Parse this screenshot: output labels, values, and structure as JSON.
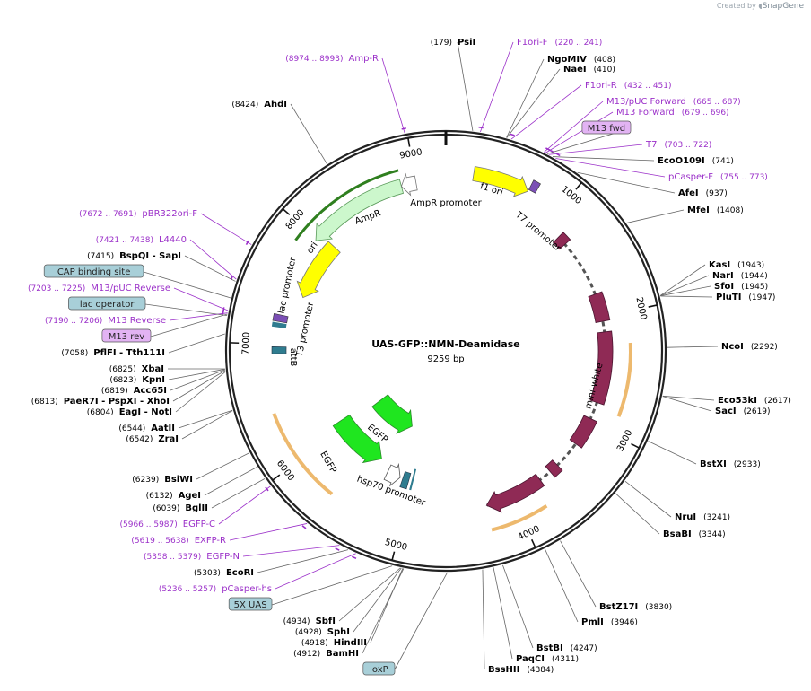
{
  "credit": {
    "prefix": "Created by",
    "brand": "SnapGene"
  },
  "plasmid": {
    "name": "UAS-GFP::NMN-Deamidase",
    "size_label": "9259 bp",
    "length": 9259
  },
  "colors": {
    "primer": "#9b30c9",
    "site": "#000000",
    "line": "#666666",
    "feature_box": "#a8cfd8",
    "primer_box": "#e2b3f3"
  },
  "ruler_ticks": [
    {
      "pos": 1000,
      "label": "1000"
    },
    {
      "pos": 2000,
      "label": "2000"
    },
    {
      "pos": 3000,
      "label": "3000"
    },
    {
      "pos": 4000,
      "label": "4000"
    },
    {
      "pos": 5000,
      "label": "5000"
    },
    {
      "pos": 6000,
      "label": "6000"
    },
    {
      "pos": 7000,
      "label": "7000"
    },
    {
      "pos": 8000,
      "label": "8000"
    },
    {
      "pos": 9000,
      "label": "9000"
    }
  ],
  "features": [
    {
      "name": "mini-white",
      "start": 1150,
      "end": 4250,
      "color": "#8f2a55",
      "kind": "gene"
    },
    {
      "name": "T7 promoter",
      "start": 703,
      "end": 722,
      "color": "#7b4fb5",
      "kind": "small"
    },
    {
      "name": "f1 ori",
      "start": 220,
      "end": 680,
      "color": "#ffff00",
      "kind": "arrowR"
    },
    {
      "name": "AmpR promoter",
      "start": 8860,
      "end": 8990,
      "color": "#ffffff",
      "kind": "small"
    },
    {
      "name": "AmpR",
      "start": 8040,
      "end": 8870,
      "color": "#ccf7cc",
      "kind": "arrowL"
    },
    {
      "name": "ori",
      "start": 7430,
      "end": 8020,
      "color": "#ffff00",
      "kind": "arrowL"
    },
    {
      "name": "hsp70 promoter",
      "start": 5020,
      "end": 5230,
      "color": "#ffffff",
      "kind": "small"
    },
    {
      "name": "EGFP",
      "start": 5360,
      "end": 6080,
      "color": "#1fe61f",
      "kind": "arrowL"
    }
  ],
  "feature_labels": [
    {
      "text": "f1 ori"
    },
    {
      "text": "AmpR promoter"
    },
    {
      "text": "AmpR"
    },
    {
      "text": "ori"
    },
    {
      "text": "T7 promoter"
    },
    {
      "text": "mini-white"
    },
    {
      "text": "lac promoter"
    },
    {
      "text": "T3 promoter"
    },
    {
      "text": "attB"
    },
    {
      "text": "EGFP"
    },
    {
      "text": "hsp70 promoter"
    }
  ],
  "sites": [
    {
      "name": "PsiI",
      "pos": "(179)",
      "kind": "site"
    },
    {
      "name": "F1ori-F",
      "pos": "(220 .. 241)",
      "kind": "primer"
    },
    {
      "name": "NgoMIV",
      "pos": "(408)",
      "kind": "site"
    },
    {
      "name": "NaeI",
      "pos": "(410)",
      "kind": "site"
    },
    {
      "name": "F1ori-R",
      "pos": "(432 .. 451)",
      "kind": "primer"
    },
    {
      "name": "M13/pUC Forward",
      "pos": "(665 .. 687)",
      "kind": "primer"
    },
    {
      "name": "M13 Forward",
      "pos": "(679 .. 696)",
      "kind": "primer"
    },
    {
      "name": "M13 fwd",
      "pos": "",
      "kind": "primerbox"
    },
    {
      "name": "T7",
      "pos": "(703 .. 722)",
      "kind": "primer"
    },
    {
      "name": "EcoO109I",
      "pos": "(741)",
      "kind": "site"
    },
    {
      "name": "pCasper-F",
      "pos": "(755 .. 773)",
      "kind": "primer"
    },
    {
      "name": "AfeI",
      "pos": "(937)",
      "kind": "site"
    },
    {
      "name": "MfeI",
      "pos": "(1408)",
      "kind": "site"
    },
    {
      "name": "KasI",
      "pos": "(1943)",
      "kind": "site"
    },
    {
      "name": "NarI",
      "pos": "(1944)",
      "kind": "site"
    },
    {
      "name": "SfoI",
      "pos": "(1945)",
      "kind": "site"
    },
    {
      "name": "PluTI",
      "pos": "(1947)",
      "kind": "site"
    },
    {
      "name": "NcoI",
      "pos": "(2292)",
      "kind": "site"
    },
    {
      "name": "Eco53kI",
      "pos": "(2617)",
      "kind": "site"
    },
    {
      "name": "SacI",
      "pos": "(2619)",
      "kind": "site"
    },
    {
      "name": "BstXI",
      "pos": "(2933)",
      "kind": "site"
    },
    {
      "name": "NruI",
      "pos": "(3241)",
      "kind": "site"
    },
    {
      "name": "BsaBI",
      "pos": "(3344)",
      "kind": "site"
    },
    {
      "name": "BstZ17I",
      "pos": "(3830)",
      "kind": "site"
    },
    {
      "name": "PmlI",
      "pos": "(3946)",
      "kind": "site"
    },
    {
      "name": "BstBI",
      "pos": "(4247)",
      "kind": "site"
    },
    {
      "name": "PaqCI",
      "pos": "(4311)",
      "kind": "site"
    },
    {
      "name": "BssHII",
      "pos": "(4384)",
      "kind": "site"
    },
    {
      "name": "loxP",
      "pos": "",
      "kind": "featbox"
    },
    {
      "name": "BamHI",
      "pos": "(4912)",
      "kind": "site"
    },
    {
      "name": "HindIII",
      "pos": "(4918)",
      "kind": "site"
    },
    {
      "name": "SphI",
      "pos": "(4928)",
      "kind": "site"
    },
    {
      "name": "SbfI",
      "pos": "(4934)",
      "kind": "site"
    },
    {
      "name": "5X UAS",
      "pos": "",
      "kind": "featbox"
    },
    {
      "name": "pCasper-hs",
      "pos": "(5236 .. 5257)",
      "kind": "primer"
    },
    {
      "name": "EcoRI",
      "pos": "(5303)",
      "kind": "site"
    },
    {
      "name": "EGFP-N",
      "pos": "(5358 .. 5379)",
      "kind": "primer"
    },
    {
      "name": "EXFP-R",
      "pos": "(5619 .. 5638)",
      "kind": "primer"
    },
    {
      "name": "EGFP-C",
      "pos": "(5966 .. 5987)",
      "kind": "primer"
    },
    {
      "name": "BglII",
      "pos": "(6039)",
      "kind": "site"
    },
    {
      "name": "AgeI",
      "pos": "(6132)",
      "kind": "site"
    },
    {
      "name": "BsiWI",
      "pos": "(6239)",
      "kind": "site"
    },
    {
      "name": "ZraI",
      "pos": "(6542)",
      "kind": "site"
    },
    {
      "name": "AatII",
      "pos": "(6544)",
      "kind": "site"
    },
    {
      "name": "EagI - NotI",
      "pos": "(6804)",
      "kind": "site"
    },
    {
      "name": "PaeR7I - PspXI - XhoI",
      "pos": "(6813)",
      "kind": "site"
    },
    {
      "name": "Acc65I",
      "pos": "(6819)",
      "kind": "site"
    },
    {
      "name": "KpnI",
      "pos": "(6823)",
      "kind": "site"
    },
    {
      "name": "XbaI",
      "pos": "(6825)",
      "kind": "site"
    },
    {
      "name": "PflFI - Tth111I",
      "pos": "(7058)",
      "kind": "site"
    },
    {
      "name": "M13 rev",
      "pos": "",
      "kind": "primerbox"
    },
    {
      "name": "M13 Reverse",
      "pos": "(7190 .. 7206)",
      "kind": "primer"
    },
    {
      "name": "lac operator",
      "pos": "",
      "kind": "featbox"
    },
    {
      "name": "M13/pUC Reverse",
      "pos": "(7203 .. 7225)",
      "kind": "primer"
    },
    {
      "name": "CAP binding site",
      "pos": "",
      "kind": "featbox"
    },
    {
      "name": "BspQI - SapI",
      "pos": "(7415)",
      "kind": "site"
    },
    {
      "name": "L4440",
      "pos": "(7421 .. 7438)",
      "kind": "primer"
    },
    {
      "name": "pBR322ori-F",
      "pos": "(7672 .. 7691)",
      "kind": "primer"
    },
    {
      "name": "AhdI",
      "pos": "(8424)",
      "kind": "site"
    },
    {
      "name": "Amp-R",
      "pos": "(8974 .. 8993)",
      "kind": "primer"
    }
  ]
}
